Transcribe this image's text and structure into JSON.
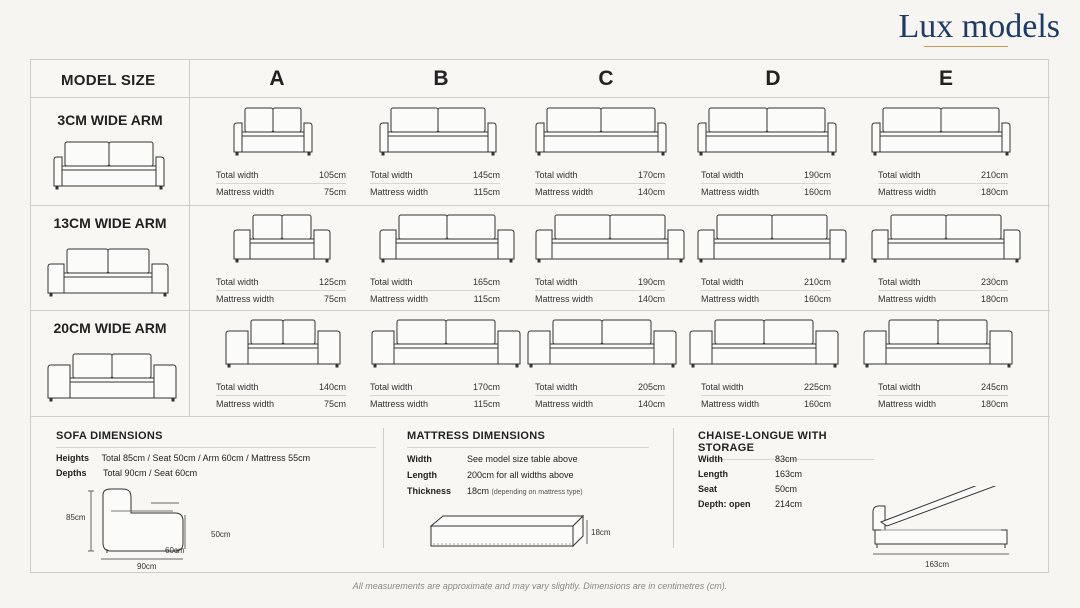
{
  "brand": "Lux models",
  "header": {
    "model_size": "MODEL SIZE",
    "columns": [
      "A",
      "B",
      "C",
      "D",
      "E"
    ]
  },
  "labels": {
    "total_width": "Total width",
    "mattress_width": "Mattress width"
  },
  "rows": [
    {
      "name": "3CM WIDE ARM",
      "cells": [
        {
          "total": "105cm",
          "mattress": "75cm"
        },
        {
          "total": "145cm",
          "mattress": "115cm"
        },
        {
          "total": "170cm",
          "mattress": "140cm"
        },
        {
          "total": "190cm",
          "mattress": "160cm"
        },
        {
          "total": "210cm",
          "mattress": "180cm"
        }
      ]
    },
    {
      "name": "13CM WIDE ARM",
      "cells": [
        {
          "total": "125cm",
          "mattress": "75cm"
        },
        {
          "total": "165cm",
          "mattress": "115cm"
        },
        {
          "total": "190cm",
          "mattress": "140cm"
        },
        {
          "total": "210cm",
          "mattress": "160cm"
        },
        {
          "total": "230cm",
          "mattress": "180cm"
        }
      ]
    },
    {
      "name": "20CM WIDE ARM",
      "cells": [
        {
          "total": "140cm",
          "mattress": "75cm"
        },
        {
          "total": "170cm",
          "mattress": "115cm"
        },
        {
          "total": "205cm",
          "mattress": "140cm"
        },
        {
          "total": "225cm",
          "mattress": "160cm"
        },
        {
          "total": "245cm",
          "mattress": "180cm"
        }
      ]
    }
  ],
  "sofa_dimensions": {
    "title": "SOFA DIMENSIONS",
    "heights_label": "Heights",
    "heights_text": "Total 85cm   /   Seat 50cm   /   Arm 60cm   /   Mattress 55cm",
    "depths_label": "Depths",
    "depths_text": "Total 90cm   /   Seat 60cm",
    "dim_85": "85cm",
    "dim_60": "60cm",
    "dim_50": "50cm",
    "dim_90": "90cm"
  },
  "mattress_dimensions": {
    "title": "MATTRESS DIMENSIONS",
    "items": [
      {
        "label": "Width",
        "value": "See model size table above",
        "note": ""
      },
      {
        "label": "Length",
        "value": "200cm for all widths above",
        "note": ""
      },
      {
        "label": "Thickness",
        "value": "18cm",
        "note": "(depending on mattress type)"
      }
    ],
    "dim_18": "18cm"
  },
  "chaise": {
    "title": "CHAISE-LONGUE WITH STORAGE",
    "items": [
      {
        "label": "Width",
        "value": "83cm"
      },
      {
        "label": "Length",
        "value": "163cm"
      },
      {
        "label": "Seat",
        "value": "50cm"
      },
      {
        "label": "Depth: open",
        "value": "214cm"
      }
    ],
    "dim_163": "163cm"
  },
  "footnote": "All measurements are approximate and may vary slightly. Dimensions are in centimetres (cm)."
}
